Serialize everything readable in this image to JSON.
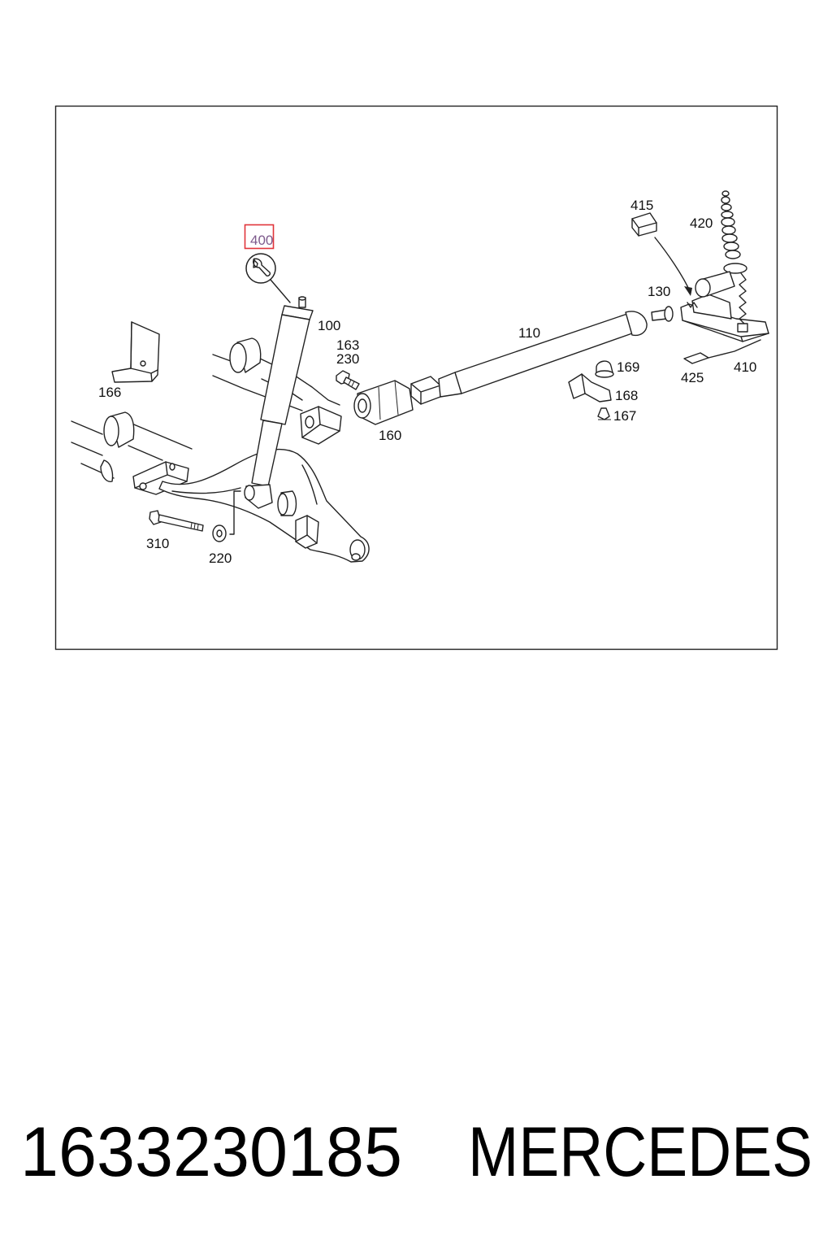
{
  "diagram": {
    "callouts": [
      {
        "label": "400",
        "highlighted": true
      },
      {
        "label": "100",
        "highlighted": false
      },
      {
        "label": "163",
        "highlighted": false
      },
      {
        "label": "230",
        "highlighted": false
      },
      {
        "label": "166",
        "highlighted": false
      },
      {
        "label": "110",
        "highlighted": false
      },
      {
        "label": "130",
        "highlighted": false
      },
      {
        "label": "415",
        "highlighted": false
      },
      {
        "label": "420",
        "highlighted": false
      },
      {
        "label": "410",
        "highlighted": false
      },
      {
        "label": "425",
        "highlighted": false
      },
      {
        "label": "169",
        "highlighted": false
      },
      {
        "label": "168",
        "highlighted": false
      },
      {
        "label": "167",
        "highlighted": false
      },
      {
        "label": "160",
        "highlighted": false
      },
      {
        "label": "310",
        "highlighted": false
      },
      {
        "label": "220",
        "highlighted": false
      }
    ],
    "highlight_border_color": "#e0343a",
    "highlight_text_color": "#7d5a8c",
    "line_color": "#222222",
    "icons": {
      "tool": "wrench-icon"
    }
  },
  "caption": {
    "part_number": "1633230185",
    "brand": "MERCEDES"
  }
}
